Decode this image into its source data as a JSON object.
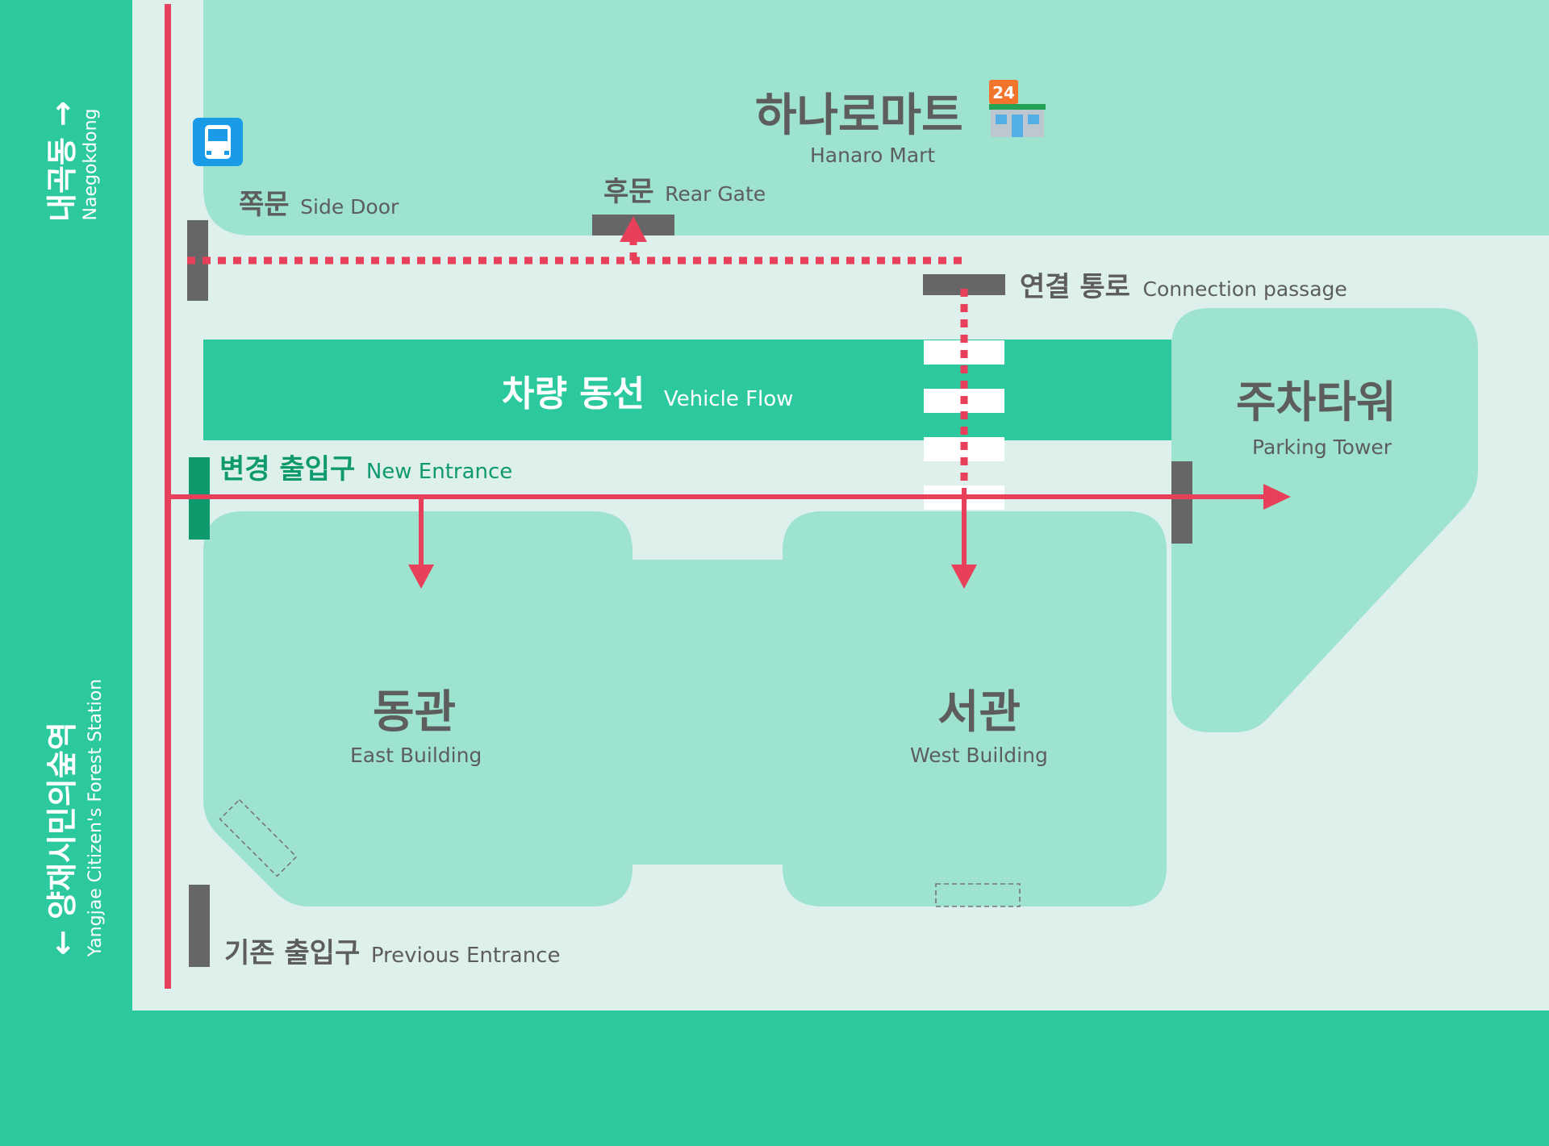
{
  "colors": {
    "outer_green": "#2cc99e",
    "ground": "#ddf0eb",
    "building": "#9de3d0",
    "road_band": "#2cc99e",
    "route_red": "#e8405a",
    "gate_gray": "#666666",
    "new_entrance_green": "#0f9a6e",
    "bus_blue": "#1a9be8"
  },
  "streets": {
    "north": {
      "korean": "내곡동 →",
      "english": "Naegokdong"
    },
    "south": {
      "korean": "← 양재시민의숲역",
      "english": "Yangjae Citizen's Forest Station"
    }
  },
  "places": {
    "mart": {
      "korean": "하나로마트",
      "english": "Hanaro Mart",
      "icon": "convenience-store-24-icon"
    },
    "parking_tower": {
      "korean": "주차타워",
      "english": "Parking Tower"
    },
    "east_building": {
      "korean": "동관",
      "english": "East Building"
    },
    "west_building": {
      "korean": "서관",
      "english": "West Building"
    }
  },
  "gates": {
    "side_door": {
      "korean": "쪽문",
      "english": "Side Door"
    },
    "rear_gate": {
      "korean": "후문",
      "english": "Rear Gate"
    },
    "connection": {
      "korean": "연결 통로",
      "english": "Connection passage"
    },
    "new_entrance": {
      "korean": "변경 출입구",
      "english": "New Entrance"
    },
    "previous_entrance": {
      "korean": "기존 출입구",
      "english": "Previous Entrance"
    }
  },
  "road": {
    "korean": "차량 동선",
    "english": "Vehicle Flow"
  },
  "bus_stop": {
    "icon": "bus-icon"
  }
}
